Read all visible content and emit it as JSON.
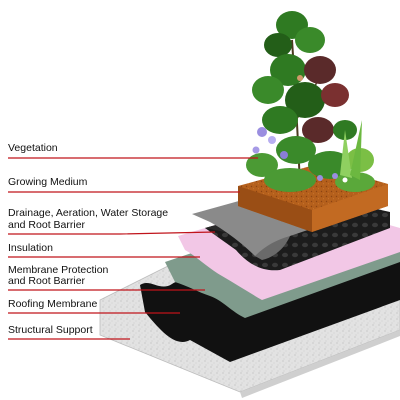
{
  "labels": {
    "vegetation": "Vegetation",
    "growing_medium": "Growing Medium",
    "drainage_line1": "Drainage, Aeration, Water Storage",
    "drainage_line2": "and Root Barrier",
    "insulation": "Insulation",
    "membrane_protection_line1": "Membrane Protection",
    "membrane_protection_line2": "and Root Barrier",
    "roofing_membrane": "Roofing Membrane",
    "structural_support": "Structural Support"
  },
  "colors": {
    "leader_line": "#c0141b",
    "concrete": "#dcdcdc",
    "membrane": "#111111",
    "protection": "#7f9b8c",
    "insulation": "#f2c7e6",
    "drainage": "#1c1c1c",
    "filter": "#808080",
    "soil": "#b5601c",
    "foliage": "#2f7a22"
  }
}
